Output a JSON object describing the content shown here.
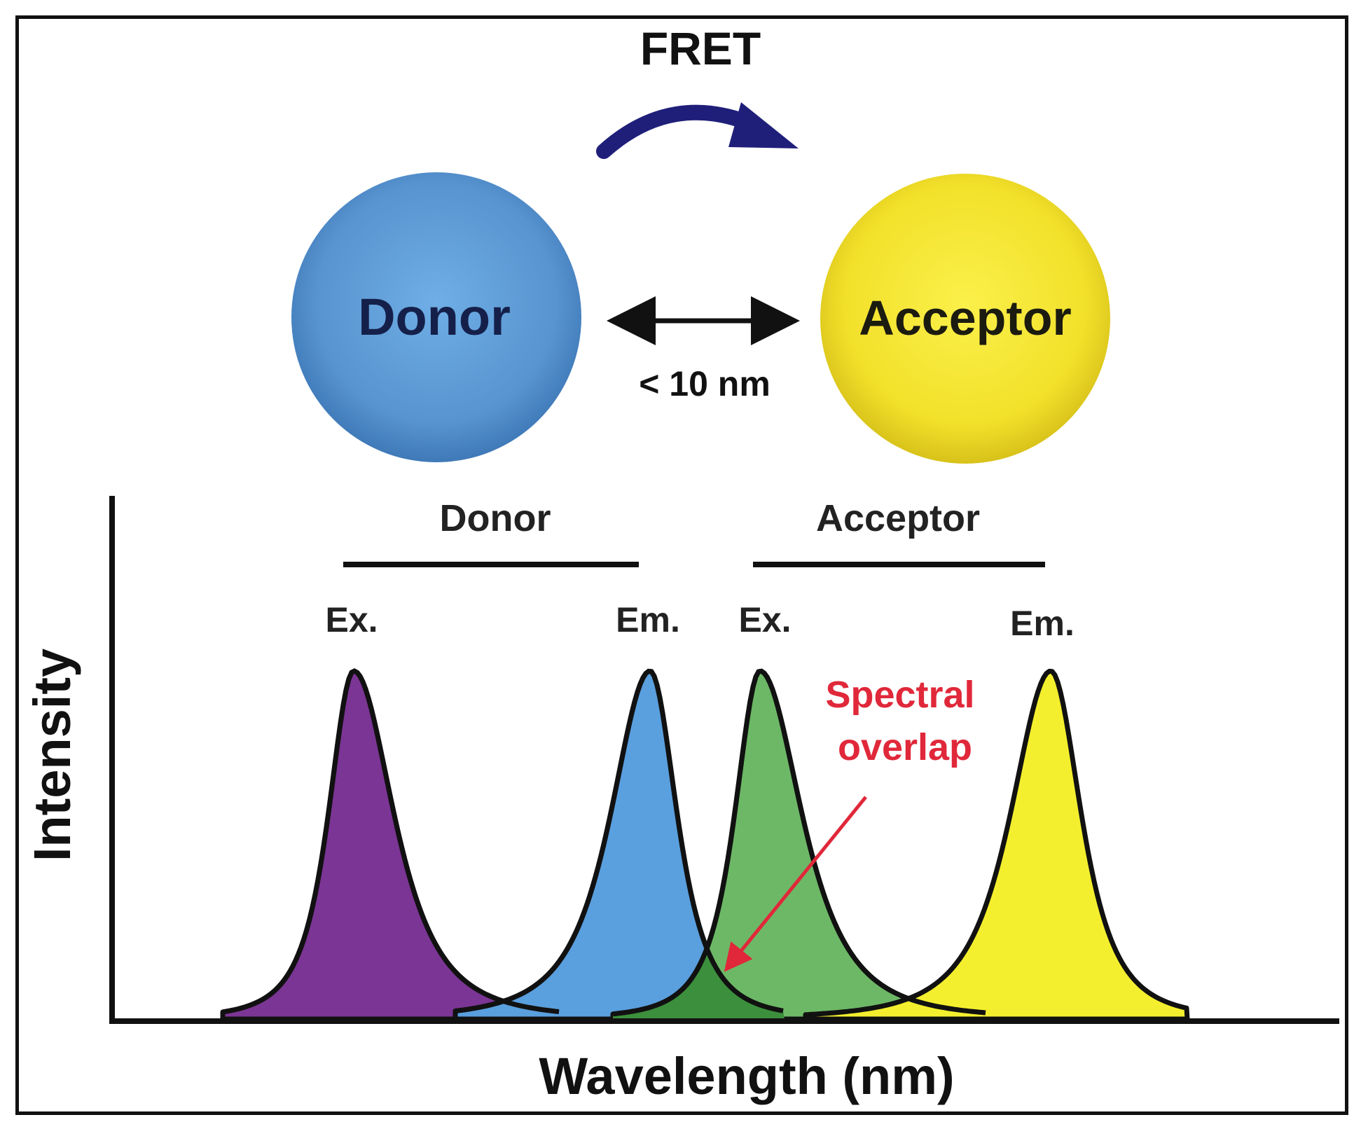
{
  "top": {
    "fret_label": "FRET",
    "donor_label": "Donor",
    "acceptor_label": "Acceptor",
    "distance_label": "< 10 nm"
  },
  "spectra": {
    "donor_header": "Donor",
    "acceptor_header": "Acceptor",
    "donor_ex_label": "Ex.",
    "donor_em_label": "Em.",
    "acceptor_ex_label": "Ex.",
    "acceptor_em_label": "Em.",
    "overlap_label_line1": "Spectral",
    "overlap_label_line2": "overlap",
    "x_axis_label": "Wavelength (nm)",
    "y_axis_label": "Intensity"
  },
  "colors": {
    "arrow": "#1f1f7a",
    "donor_circle": "#5b9bd5",
    "acceptor_circle": "#f2e12b",
    "donor_ex": "#7b3594",
    "donor_em": "#5a9fde",
    "acceptor_ex": "#6db866",
    "acceptor_em": "#f3ef2e",
    "overlap": "#3c8f3c",
    "overlap_text": "#e0283a"
  }
}
